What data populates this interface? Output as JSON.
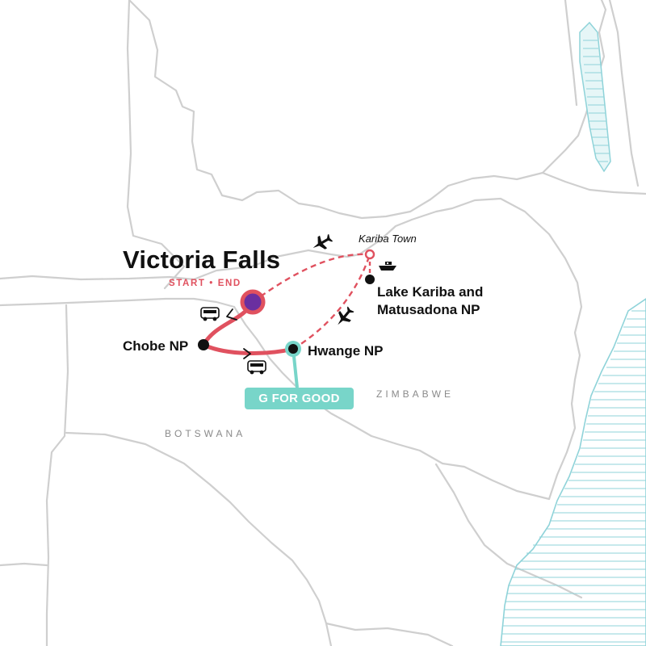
{
  "map": {
    "title": "Victoria Falls",
    "title_subtitle": "START • END",
    "places": {
      "kariba_town": "Kariba Town",
      "lake_kariba": [
        "Lake Kariba and",
        "Matusadona NP"
      ],
      "chobe": "Chobe NP",
      "hwange": "Hwange NP"
    },
    "countries": {
      "zimbabwe": "ZIMBABWE",
      "botswana": "BOTSWANA"
    },
    "badge": "G FOR GOOD",
    "transport_icons": [
      "plane-icon",
      "plane-icon",
      "boat-icon",
      "bus-icon",
      "bus-icon"
    ],
    "colors": {
      "route_overland": "#e0515f",
      "route_flight": "#e0515f",
      "start_end_marker": "#6a2fa0",
      "g_for_good": "#78d5c9",
      "borders": "#cfcfcf",
      "water": "#8fd3d9",
      "stop_marker": "#111111"
    }
  }
}
